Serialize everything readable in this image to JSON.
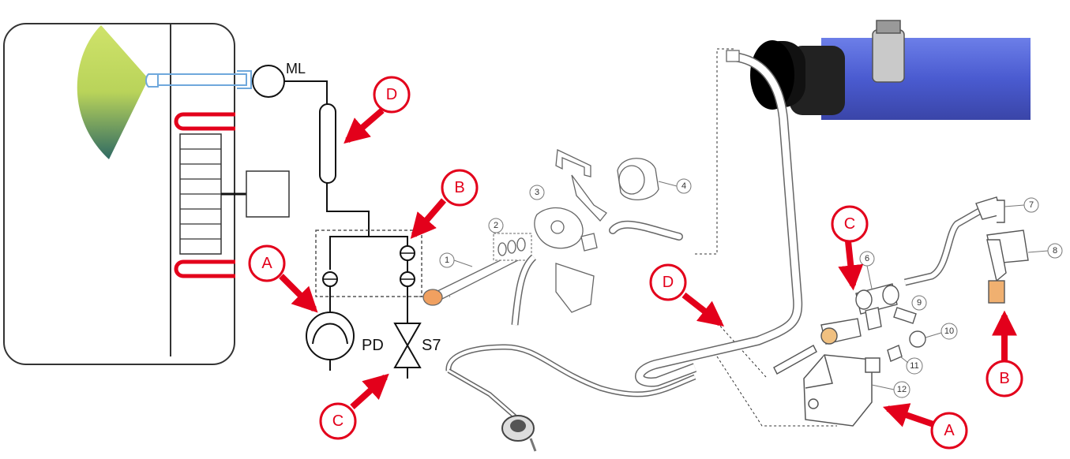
{
  "schematic": {
    "labels": {
      "ml": "ML",
      "pd": "PD",
      "s7": "S7"
    }
  },
  "callouts": [
    {
      "id": "A-left",
      "letter": "A"
    },
    {
      "id": "B-left",
      "letter": "B"
    },
    {
      "id": "C-left",
      "letter": "C"
    },
    {
      "id": "D-left",
      "letter": "D"
    },
    {
      "id": "A-right",
      "letter": "A"
    },
    {
      "id": "B-right",
      "letter": "B"
    },
    {
      "id": "C-right",
      "letter": "C"
    },
    {
      "id": "D-right",
      "letter": "D"
    }
  ],
  "part_numbers": [
    "1",
    "2",
    "3",
    "4",
    "6",
    "7",
    "8",
    "9",
    "10",
    "11",
    "12"
  ],
  "colors": {
    "callout_red": "#e3001b",
    "heater_red": "#e3001b",
    "tube_blue": "#4f63d6",
    "line": "#222222"
  }
}
